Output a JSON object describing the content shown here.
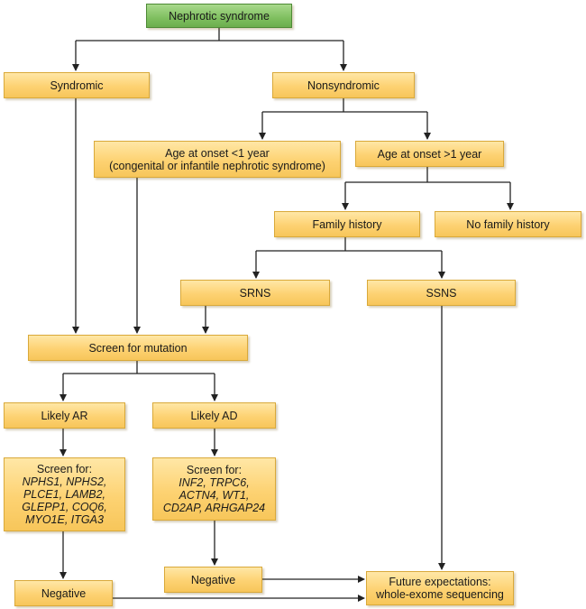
{
  "root": "Nephrotic syndrome",
  "syndromic": "Syndromic",
  "nonsyndromic": "Nonsyndromic",
  "onset_under1": [
    "Age at onset <1 year",
    "(congenital or infantile nephrotic syndrome)"
  ],
  "onset_over1": "Age at onset >1 year",
  "family_history": "Family history",
  "no_family_history": "No family history",
  "srns": "SRNS",
  "ssns": "SSNS",
  "screen_mutation": "Screen for mutation",
  "likely_ar": "Likely AR",
  "likely_ad": "Likely AD",
  "ar_screen": {
    "heading": "Screen for:",
    "lines": [
      "NPHS1, NPHS2,",
      "PLCE1, LAMB2,",
      "GLEPP1, COQ6,",
      "MYO1E, ITGA3"
    ]
  },
  "ad_screen": {
    "heading": "Screen for:",
    "lines": [
      "INF2, TRPC6,",
      "ACTN4, WT1,",
      "CD2AP, ARHGAP24"
    ]
  },
  "negative_ar": "Negative",
  "negative_ad": "Negative",
  "future": [
    "Future expectations:",
    "whole-exome sequencing"
  ]
}
